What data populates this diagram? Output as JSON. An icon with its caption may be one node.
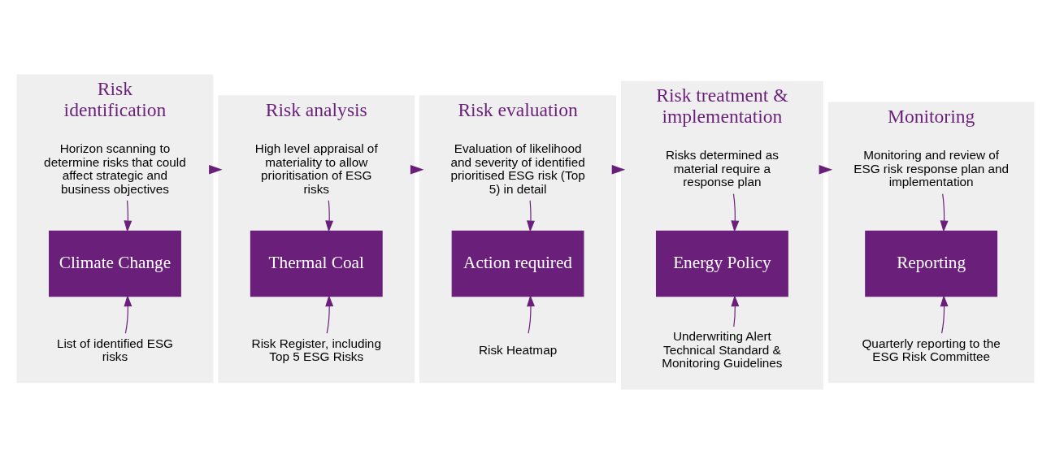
{
  "diagram": {
    "nodes": [
      {
        "text": [
          "Risk identification"
        ]
      },
      {
        "text": [
          "Horizon scanning to determine risks that could affect strategic and business objectives"
        ],
        "in": 0
      },
      {
        "text": [
          "Climate Change"
        ],
        "in": 0
      },
      {
        "text": [
          "List of identified ESG risks"
        ],
        "in": 0
      },
      {
        "text": [
          "Risk analysis"
        ]
      },
      {
        "text": [
          "High level appraisal of materiality to allow prioritisation of ESG risks"
        ],
        "in": 4
      },
      {
        "text": [
          "Thermal Coal"
        ],
        "in": 4
      },
      {
        "text": [
          "Risk Register, including Top 5 ESG Risks"
        ],
        "in": 4
      },
      {
        "text": [
          "Risk evaluation"
        ]
      },
      {
        "text": [
          "Evaluation of likelihood and severity of identified prioritised ESG risk (Top 5) in detail"
        ],
        "in": 8
      },
      {
        "text": [
          "Action required"
        ],
        "in": 8
      },
      {
        "text": [
          "Risk Heatmap"
        ],
        "in": 8
      },
      {
        "text": [
          "Risk treatment & implementation"
        ]
      },
      {
        "text": [
          "Risks determined as material require a response plan"
        ],
        "in": 12
      },
      {
        "text": [
          "Energy Policy"
        ],
        "in": 12
      },
      {
        "text": [
          "Underwriting Alert Technical Standard & Monitoring Guidelines"
        ],
        "in": 12
      },
      {
        "text": [
          "Monitoring"
        ]
      },
      {
        "text": [
          "Monitoring and review of ESG risk response plan and implementation"
        ],
        "in": 16
      },
      {
        "text": [
          "Reporting"
        ],
        "in": 16
      },
      {
        "text": [
          "Quarterly reporting to the ESG Risk Committee"
        ],
        "in": 16
      }
    ],
    "edges": [
      {
        "from": 1,
        "to": 2,
        "arrow": "to"
      },
      {
        "from": 3,
        "to": 2,
        "arrow": "to"
      },
      {
        "from": 5,
        "to": 6,
        "arrow": "to"
      },
      {
        "from": 7,
        "to": 6,
        "arrow": "to"
      },
      {
        "from": 9,
        "to": 10,
        "arrow": "to"
      },
      {
        "from": 11,
        "to": 10,
        "arrow": "to"
      },
      {
        "from": 13,
        "to": 14,
        "arrow": "to"
      },
      {
        "from": 15,
        "to": 14,
        "arrow": "to"
      },
      {
        "from": 17,
        "to": 18,
        "arrow": "to"
      },
      {
        "from": 19,
        "to": 18,
        "arrow": "to"
      },
      {
        "from": 0,
        "to": 4,
        "arrow": "to"
      },
      {
        "from": 4,
        "to": 8,
        "arrow": "to"
      },
      {
        "from": 8,
        "to": 12,
        "arrow": "to"
      },
      {
        "from": 12,
        "to": 16,
        "arrow": "to"
      }
    ]
  }
}
